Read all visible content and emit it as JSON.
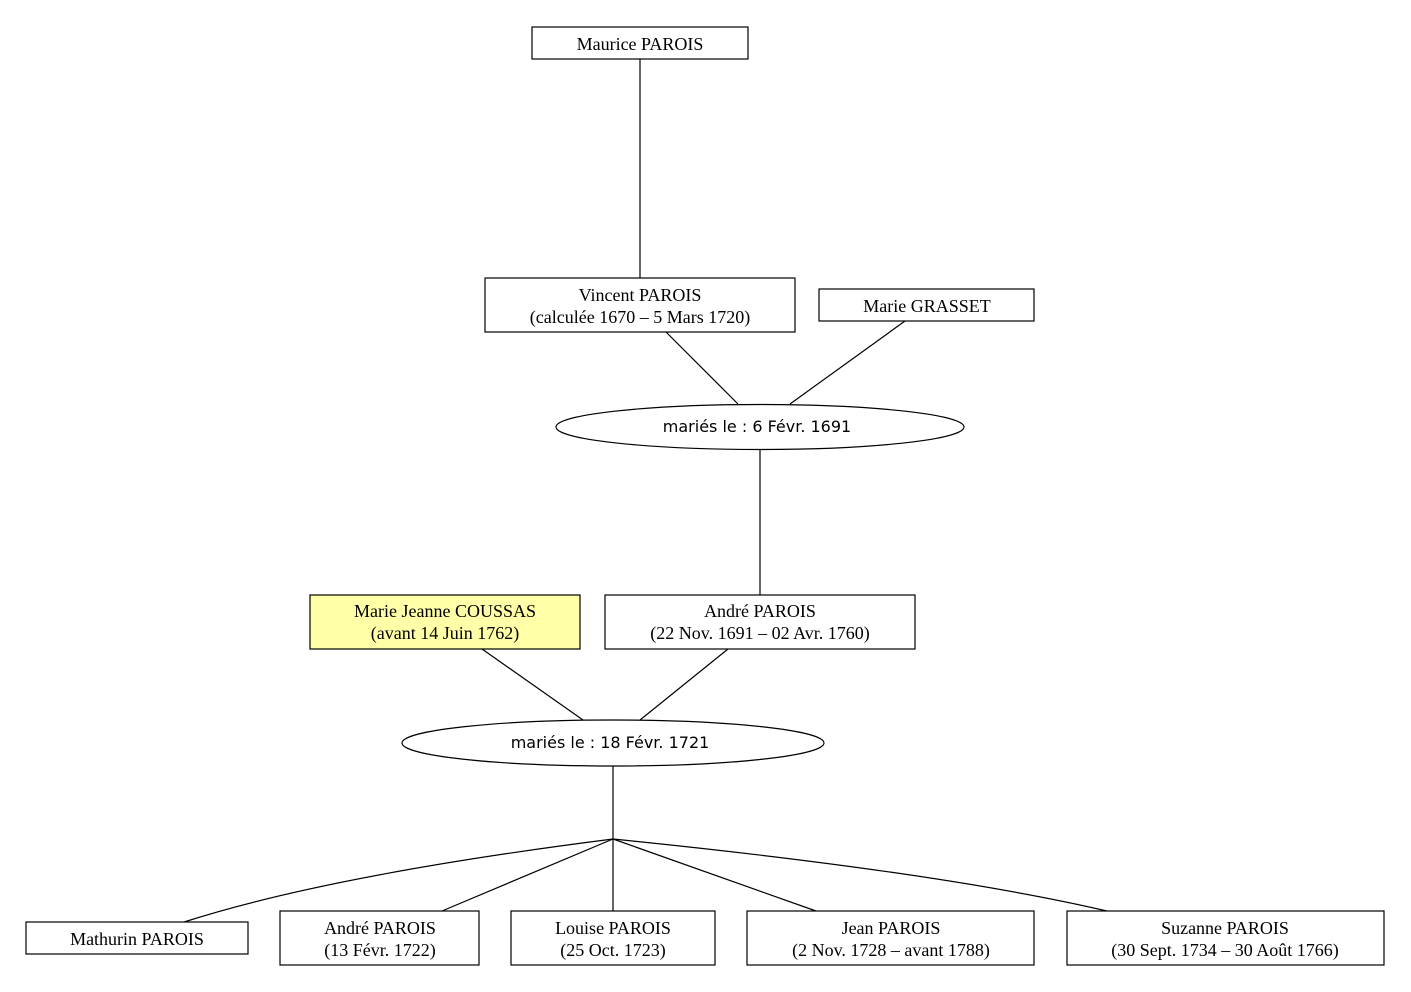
{
  "persons": {
    "maurice": {
      "line1": "Maurice PAROIS",
      "line2": ""
    },
    "vincent": {
      "line1": "Vincent PAROIS",
      "line2": "(calculée 1670 – 5 Mars 1720)"
    },
    "marie_grasset": {
      "line1": "Marie GRASSET",
      "line2": ""
    },
    "marie_jeanne": {
      "line1": "Marie Jeanne COUSSAS",
      "line2": "(avant 14 Juin 1762)",
      "highlight_color": "#ffffa8"
    },
    "andre_pere": {
      "line1": "André PAROIS",
      "line2": "(22 Nov. 1691 – 02 Avr. 1760)"
    },
    "mathurin": {
      "line1": "Mathurin PAROIS",
      "line2": ""
    },
    "andre_fils": {
      "line1": "André PAROIS",
      "line2": "(13 Févr. 1722)"
    },
    "louise": {
      "line1": "Louise PAROIS",
      "line2": "(25 Oct. 1723)"
    },
    "jean": {
      "line1": "Jean PAROIS",
      "line2": "(2 Nov. 1728 – avant 1788)"
    },
    "suzanne": {
      "line1": "Suzanne PAROIS",
      "line2": "(30 Sept. 1734 – 30 Août 1766)"
    }
  },
  "unions": {
    "u1691": {
      "label": "mariés le : 6 Févr. 1691"
    },
    "u1721": {
      "label": "mariés le : 18 Févr. 1721"
    }
  }
}
